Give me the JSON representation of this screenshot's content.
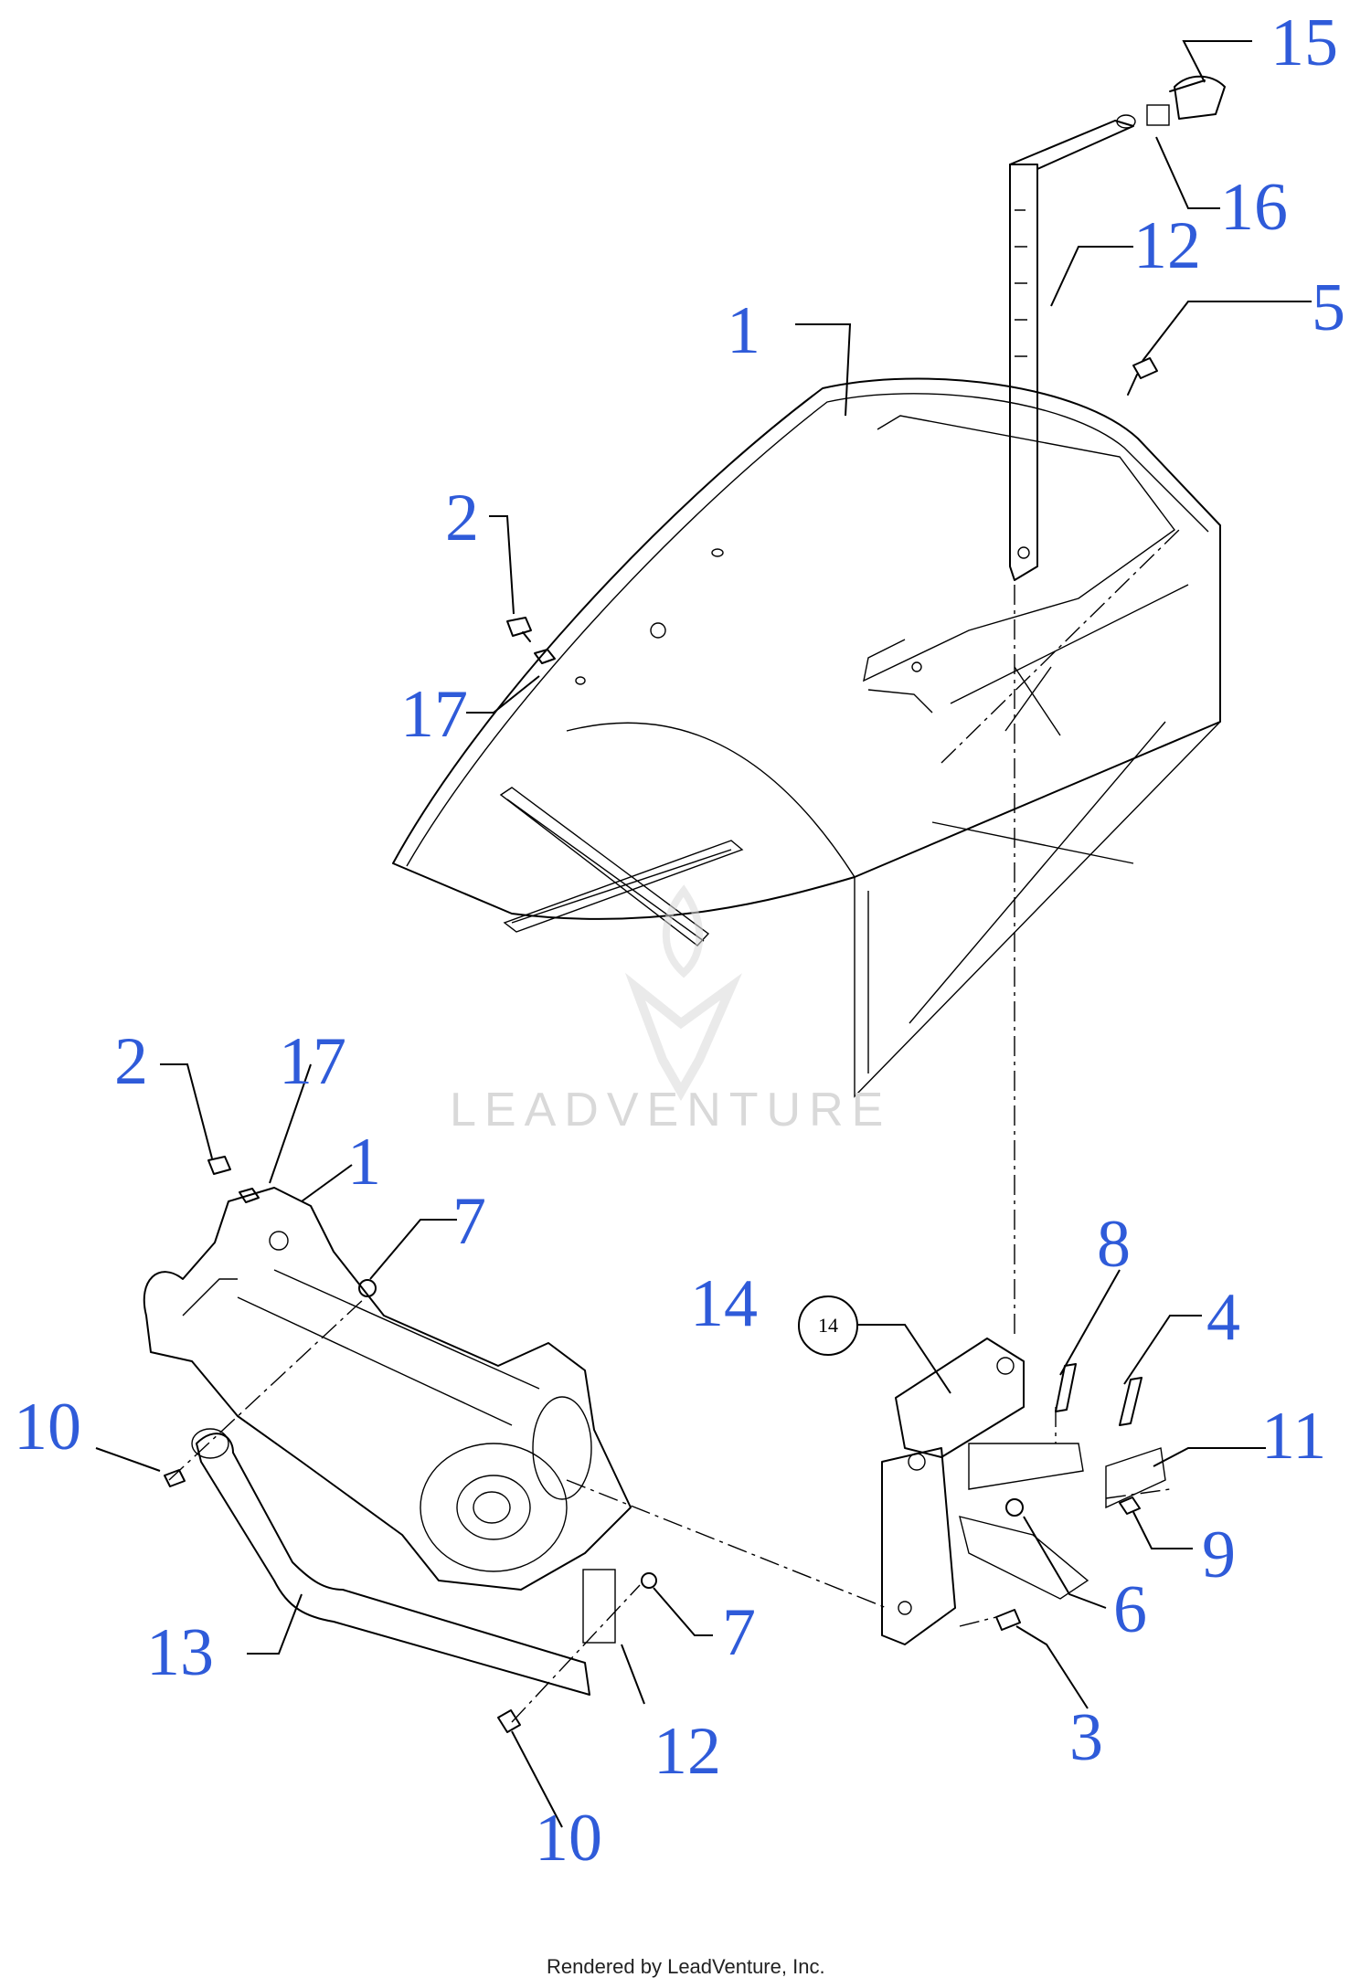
{
  "callouts": [
    {
      "id": "c15",
      "label": "15"
    },
    {
      "id": "c16",
      "label": "16"
    },
    {
      "id": "c12a",
      "label": "12"
    },
    {
      "id": "c5",
      "label": "5"
    },
    {
      "id": "c1a",
      "label": "1"
    },
    {
      "id": "c2a",
      "label": "2"
    },
    {
      "id": "c17a",
      "label": "17"
    },
    {
      "id": "c2b",
      "label": "2"
    },
    {
      "id": "c17b",
      "label": "17"
    },
    {
      "id": "c1b",
      "label": "1"
    },
    {
      "id": "c7a",
      "label": "7"
    },
    {
      "id": "c8",
      "label": "8"
    },
    {
      "id": "c14",
      "label": "14"
    },
    {
      "id": "c4",
      "label": "4"
    },
    {
      "id": "c11",
      "label": "11"
    },
    {
      "id": "c10a",
      "label": "10"
    },
    {
      "id": "c9",
      "label": "9"
    },
    {
      "id": "c6",
      "label": "6"
    },
    {
      "id": "c7b",
      "label": "7"
    },
    {
      "id": "c13",
      "label": "13"
    },
    {
      "id": "c3",
      "label": "3"
    },
    {
      "id": "c12b",
      "label": "12"
    },
    {
      "id": "c10b",
      "label": "10"
    }
  ],
  "small_callout_label": "14",
  "watermark": "LEADVENTURE",
  "footer": "Rendered by LeadVenture, Inc.",
  "colors": {
    "callout": "#2f5bd9",
    "line": "#000000",
    "watermark": "#d9d9d9"
  }
}
